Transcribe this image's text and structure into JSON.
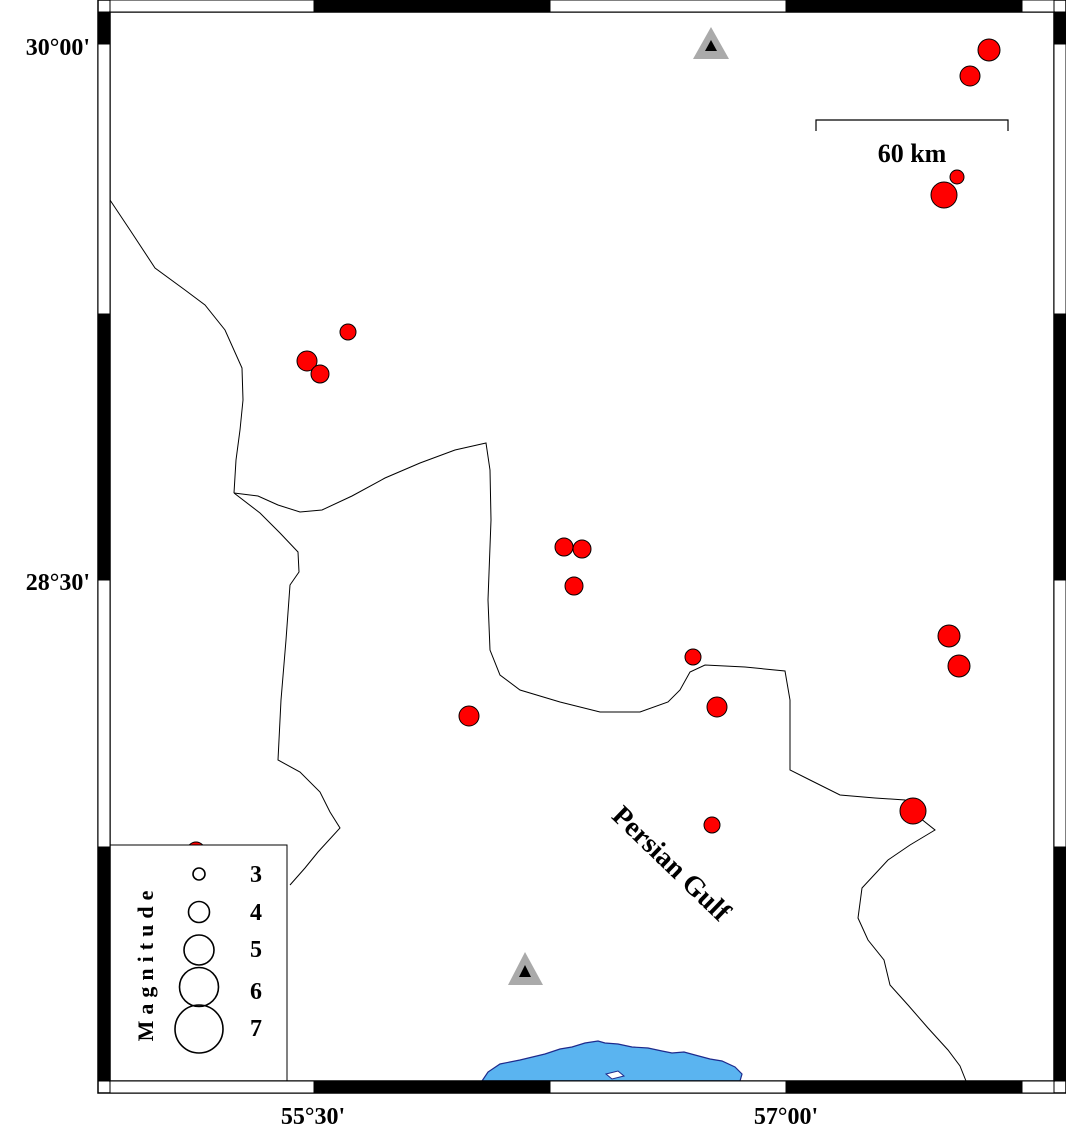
{
  "map": {
    "longitude_labels": [
      "55°30'",
      "57°00'"
    ],
    "latitude_labels": [
      "30°00'",
      "28°30'"
    ],
    "sea_label": "Persian Gulf",
    "scale_bar": {
      "label": "60 km"
    },
    "colors": {
      "event": "#ff0000",
      "station_outer": "#aaaaaa",
      "station_inner": "#000000",
      "sea": "#5ab4f0",
      "boundary": "#000000"
    },
    "symbols": {
      "event": "circle",
      "station": "triangle"
    }
  },
  "legend": {
    "title": "Magnitude",
    "entries": [
      {
        "label": "3",
        "magnitude": 3
      },
      {
        "label": "4",
        "magnitude": 4
      },
      {
        "label": "5",
        "magnitude": 5
      },
      {
        "label": "6",
        "magnitude": 6
      },
      {
        "label": "7",
        "magnitude": 7
      }
    ]
  }
}
